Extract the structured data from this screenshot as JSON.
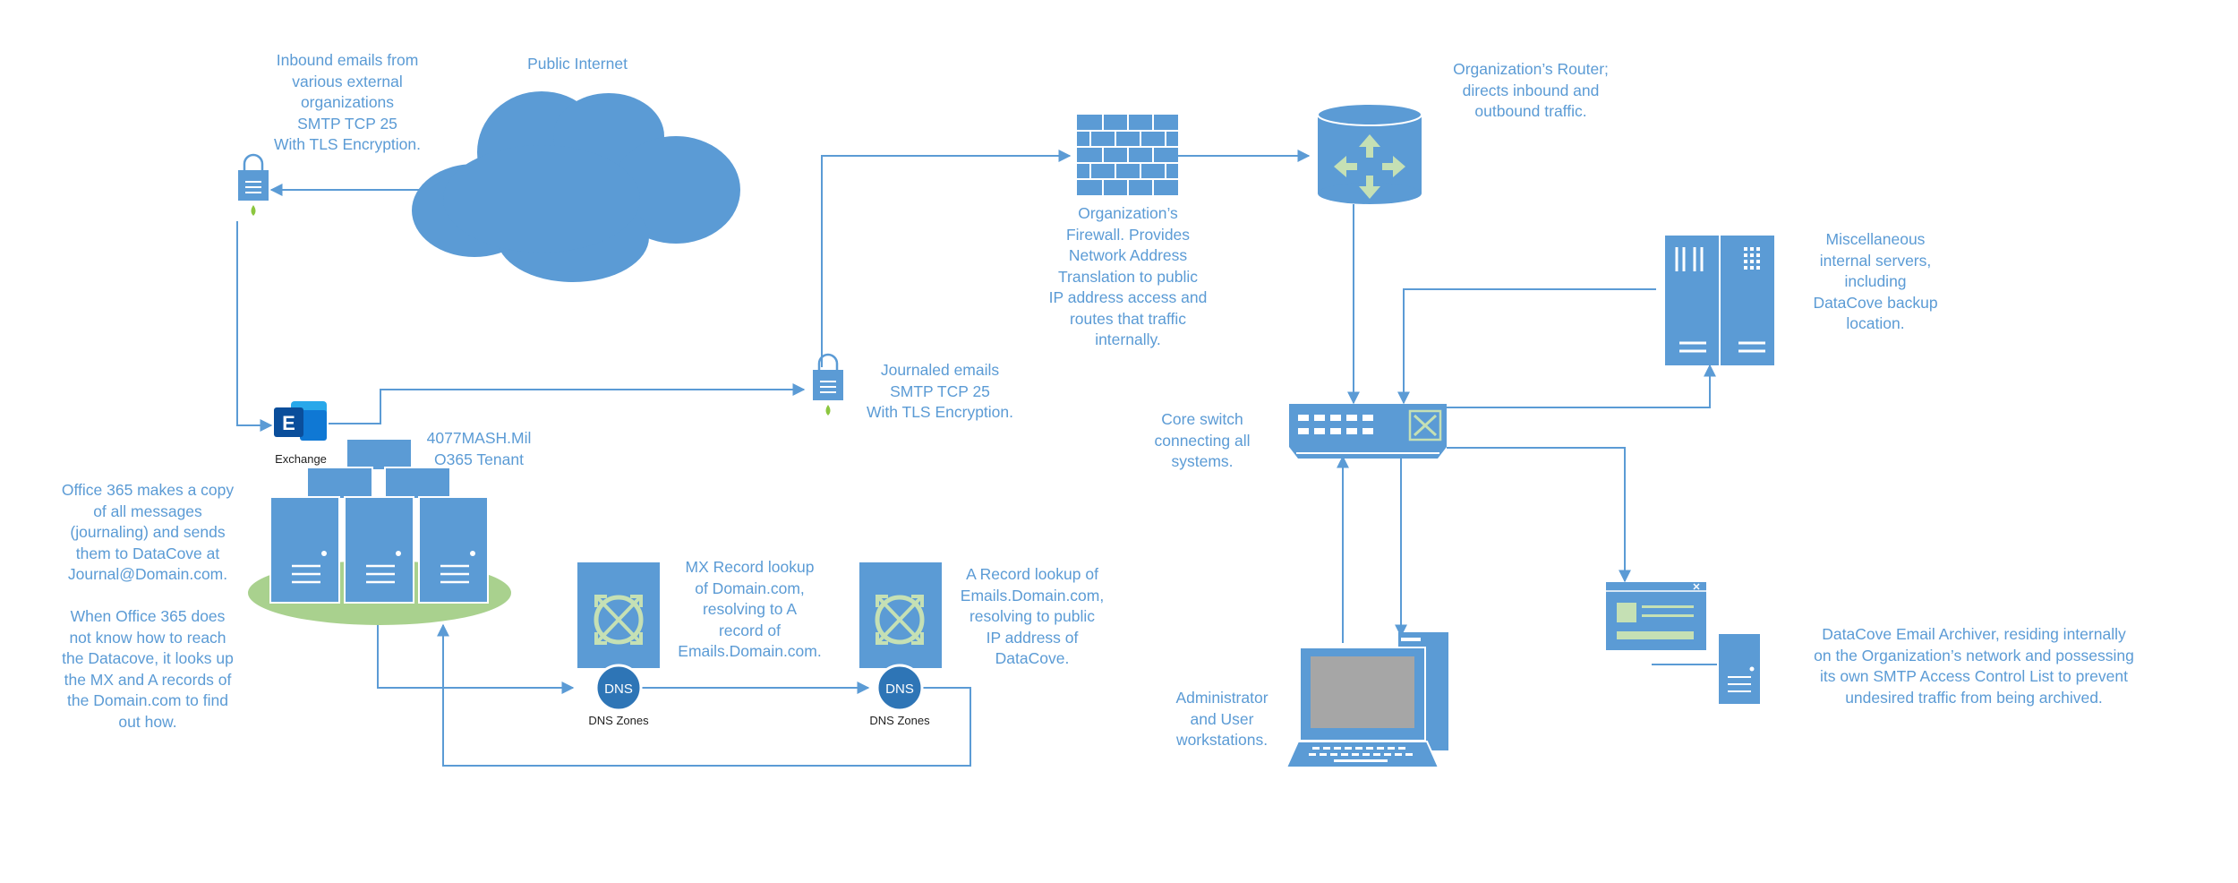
{
  "colors": {
    "primary": "#5b9bd5",
    "text": "#5b9bd5",
    "ellipse": "#a9d18e",
    "accent_green": "#c5e0b4",
    "exchange_dark": "#0a4e9b",
    "exchange_light": "#28a8ea"
  },
  "labels": {
    "inbound": "Inbound emails from\nvarious external\norganizations\nSMTP TCP 25\nWith TLS Encryption.",
    "public_internet": "Public Internet",
    "tenant": "4077MASH.Mil\nO365 Tenant",
    "office365": "Office 365 makes a copy\nof all messages\n(journaling) and sends\nthem to DataCove at\nJournal@Domain.com.\n\nWhen Office 365 does\nnot know how to reach\nthe Datacove, it looks up\nthe MX and A records of\nthe Domain.com to find\nout how.",
    "journaled": "Journaled emails\nSMTP TCP 25\nWith TLS Encryption.",
    "mx_lookup": "MX Record lookup\nof Domain.com,\nresolving to A\nrecord of\nEmails.Domain.com.",
    "a_lookup": "A Record lookup of\nEmails.Domain.com,\nresolving to public\nIP address of\nDataCove.",
    "firewall": "Organization’s\nFirewall. Provides\nNetwork Address\nTranslation to public\nIP address access and\nroutes that traffic\ninternally.",
    "router": "Organization’s Router;\ndirects inbound and\noutbound traffic.",
    "misc_servers": "Miscellaneous\ninternal servers,\nincluding\nDataCove backup\nlocation.",
    "core_switch": "Core switch\nconnecting all\nsystems.",
    "workstations": "Administrator\nand User\nworkstations.",
    "archiver": "DataCove Email Archiver, residing internally\non the Organization’s network and possessing\nits own SMTP Access Control List to prevent\nundesired traffic from being archived.",
    "exchange": "Exchange",
    "dns1": "DNS Zones",
    "dns2": "DNS Zones",
    "dns_badge": "DNS",
    "exchange_letter": "E"
  },
  "icons": [
    "padlock-icon",
    "cloud-icon",
    "exchange-icon",
    "server-farm-icon",
    "dns-zone-icon",
    "firewall-icon",
    "router-icon",
    "server-rack-icon",
    "switch-icon",
    "workstation-icon",
    "archiver-icon"
  ]
}
